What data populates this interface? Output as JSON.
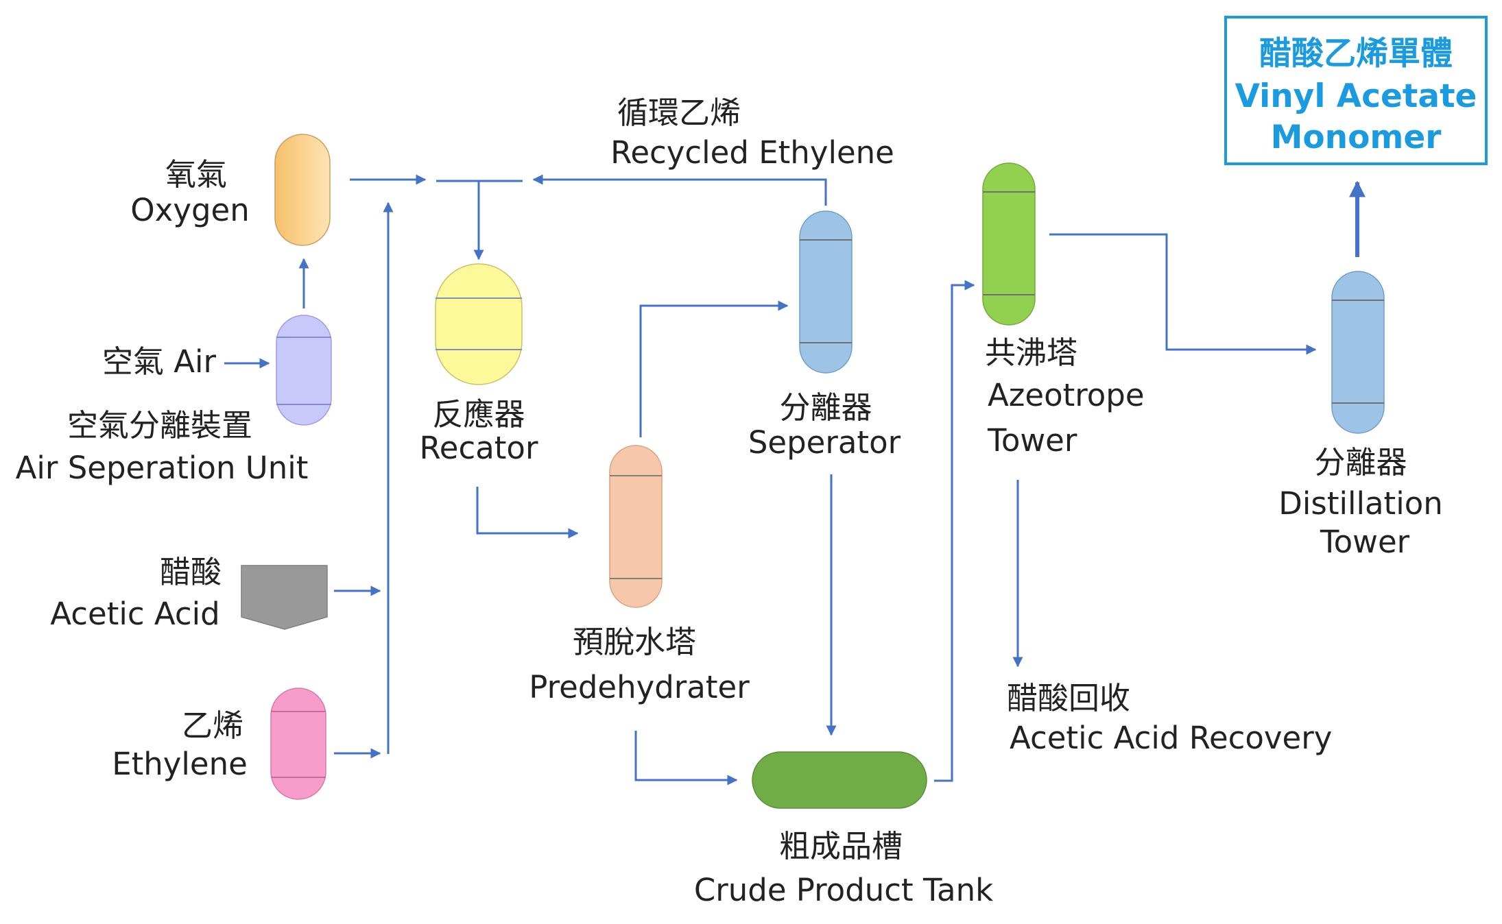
{
  "labels": {
    "oxygen": {
      "zh": "氧氣",
      "en": "Oxygen"
    },
    "air": "空氣 Air",
    "asu": {
      "zh": "空氣分離裝置",
      "en": "Air Seperation Unit"
    },
    "acetic_acid": {
      "zh": "醋酸",
      "en": "Acetic Acid"
    },
    "ethylene": {
      "zh": "乙烯",
      "en": "Ethylene"
    },
    "reactor": {
      "zh": "反應器",
      "en": "Recator"
    },
    "recycled_ethylene": {
      "zh": "循環乙烯",
      "en": "Recycled Ethylene"
    },
    "separator": {
      "zh": "分離器",
      "en": "Seperator"
    },
    "predehydrater": {
      "zh": "預脫水塔",
      "en": "Predehydrater"
    },
    "crude_tank": {
      "zh": "粗成品槽",
      "en": "Crude Product Tank"
    },
    "azeotrope": {
      "zh": "共沸塔",
      "en1": "Azeotrope",
      "en2": "Tower"
    },
    "acid_recovery": {
      "zh": "醋酸回收",
      "en": "Acetic Acid Recovery"
    },
    "distillation": {
      "zh": "分離器",
      "en1": "Distillation",
      "en2": "Tower"
    },
    "product": {
      "line1": "醋酸乙烯單體",
      "line2": "Vinyl Acetate",
      "line3": "Monomer"
    }
  },
  "colors": {
    "oxygen": "#f9c97c",
    "asu": "#c9c8fb",
    "acetic_acid": "#999999",
    "ethylene": "#f79ccb",
    "reactor": "#fdf89a",
    "separator": "#9dc3e6",
    "predehydrater": "#f7c7aa",
    "crude_tank": "#70ad47",
    "azeotrope": "#92d050",
    "distillation": "#9dc3e6",
    "flow": "#4472c4",
    "product": "#1a9be0"
  }
}
